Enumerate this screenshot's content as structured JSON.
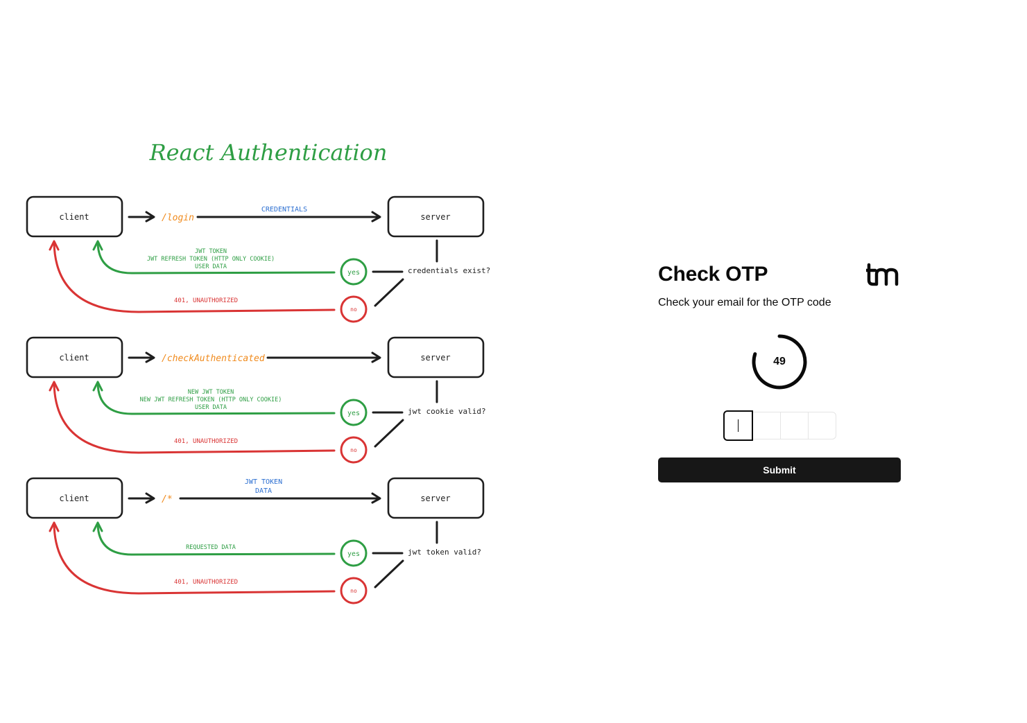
{
  "diagram": {
    "title": "React Authentication",
    "colors": {
      "green": "#2e9e44",
      "red": "#d93434",
      "orange": "#f08a1c",
      "blue": "#2c6fd1",
      "ink": "#1e1e1e"
    },
    "flows": [
      {
        "client_label": "client",
        "route": "/login",
        "request_note_lines": [
          "CREDENTIALS"
        ],
        "server_label": "server",
        "check_label": "credentials exist?",
        "yes_label": "yes",
        "no_label": "no",
        "success_note_lines": [
          "JWT TOKEN",
          "JWT REFRESH TOKEN (HTTP ONLY COOKIE)",
          "USER DATA"
        ],
        "failure_note": "401, UNAUTHORIZED"
      },
      {
        "client_label": "client",
        "route": "/checkAuthenticated",
        "request_note_lines": [],
        "server_label": "server",
        "check_label": "jwt cookie valid?",
        "yes_label": "yes",
        "no_label": "no",
        "success_note_lines": [
          "NEW JWT TOKEN",
          "NEW JWT REFRESH TOKEN (HTTP ONLY COOKIE)",
          "USER DATA"
        ],
        "failure_note": "401, UNAUTHORIZED"
      },
      {
        "client_label": "client",
        "route": "/*",
        "request_note_lines": [
          "JWT TOKEN",
          "DATA"
        ],
        "server_label": "server",
        "check_label": "jwt token valid?",
        "yes_label": "yes",
        "no_label": "no",
        "success_note_lines": [
          "REQUESTED DATA"
        ],
        "failure_note": "401, UNAUTHORIZED"
      }
    ]
  },
  "otp": {
    "title": "Check OTP",
    "subtitle": "Check your email for the OTP code",
    "timer_value": "49",
    "timer_progress": 0.8,
    "code_length": 4,
    "submit_label": "Submit",
    "logo_icon": "brand-logo-icon"
  }
}
